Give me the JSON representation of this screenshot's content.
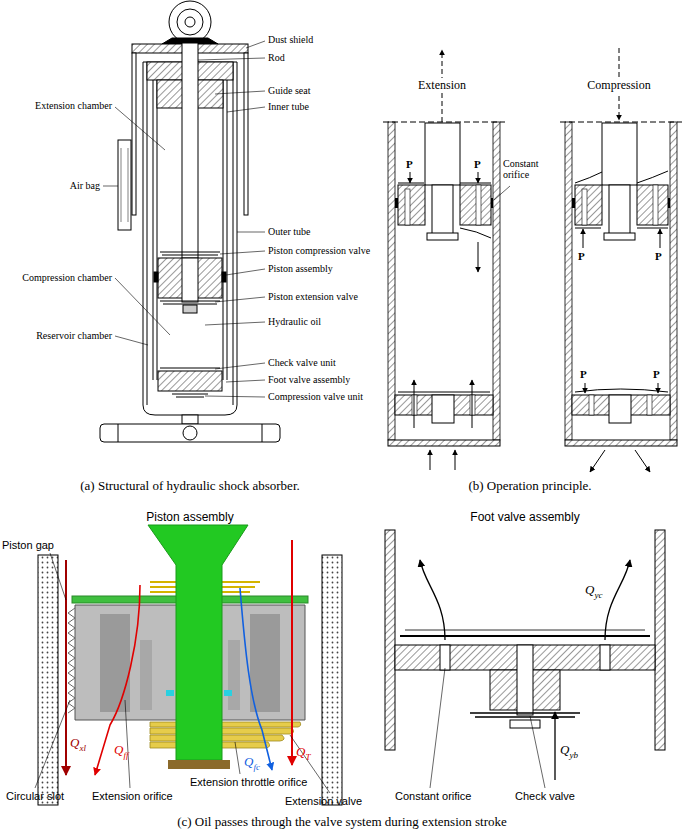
{
  "diagram": {
    "labels": [
      "Dust shield",
      "Rod",
      "Extension chamber",
      "Guide seat",
      "Inner tube",
      "Air bag",
      "Outer tube",
      "Piston compression valve",
      "Piston assembly",
      "Compression chamber",
      "Piston extension valve",
      "Hydraulic oil",
      "Reservoir chamber",
      "Check valve unit",
      "Foot valve assembly",
      "Compression valve unit",
      "(a) Structural of hydraulic shock absorber.",
      "Extension",
      "Compression",
      "P",
      "P",
      "Constant orifice",
      "P",
      "P",
      "P",
      "P",
      "(b) Operation principle.",
      "Piston assembly",
      "Foot valve assembly",
      "Piston gap",
      "Qxl",
      "Qff",
      "QT",
      "Qfc",
      "Qyc",
      "Qyb",
      "Circular slot",
      "Extension orifice",
      "Extension throttle orifice",
      "Extension valve",
      "Constant orifice",
      "Check valve",
      "(c) Oil passes through the valve system during extension stroke"
    ]
  }
}
